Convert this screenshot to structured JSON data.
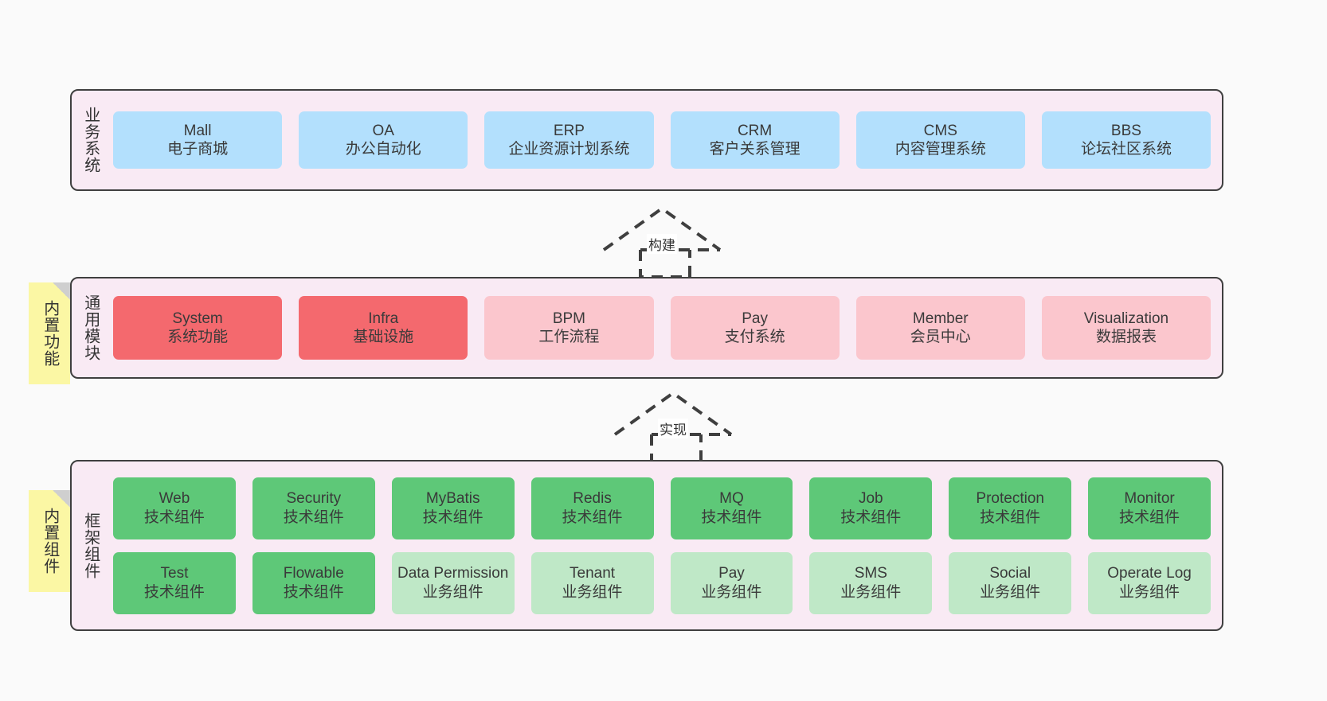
{
  "diagram": {
    "background_color": "#fafafa",
    "panel_color": "#f9eaf4",
    "note_color": "#fbf7a4",
    "colors": {
      "blue": "#b3e0fd",
      "red": "#f4696e",
      "pink": "#fbc6cd",
      "green": "#5ec878",
      "light_green": "#bfe8c7"
    }
  },
  "notes": [
    {
      "id": "builtin-function",
      "label": "内置功能"
    },
    {
      "id": "builtin-component",
      "label": "内置组件"
    }
  ],
  "connectors": [
    {
      "id": "build",
      "label": "构建",
      "style": "dashed-generalization-up"
    },
    {
      "id": "implement",
      "label": "实现",
      "style": "dashed-generalization-up"
    }
  ],
  "layers": [
    {
      "id": "business-system",
      "title": "业务系统",
      "rows": [
        {
          "cells": [
            {
              "name": "Mall",
              "desc": "电子商城",
              "color": "blue"
            },
            {
              "name": "OA",
              "desc": "办公自动化",
              "color": "blue"
            },
            {
              "name": "ERP",
              "desc": "企业资源计划系统",
              "color": "blue"
            },
            {
              "name": "CRM",
              "desc": "客户关系管理",
              "color": "blue"
            },
            {
              "name": "CMS",
              "desc": "内容管理系统",
              "color": "blue"
            },
            {
              "name": "BBS",
              "desc": "论坛社区系统",
              "color": "blue"
            }
          ]
        }
      ]
    },
    {
      "id": "common-module",
      "title": "通用模块",
      "rows": [
        {
          "cells": [
            {
              "name": "System",
              "desc": "系统功能",
              "color": "red"
            },
            {
              "name": "Infra",
              "desc": "基础设施",
              "color": "red"
            },
            {
              "name": "BPM",
              "desc": "工作流程",
              "color": "pink"
            },
            {
              "name": "Pay",
              "desc": "支付系统",
              "color": "pink"
            },
            {
              "name": "Member",
              "desc": "会员中心",
              "color": "pink"
            },
            {
              "name": "Visualization",
              "desc": "数据报表",
              "color": "pink"
            }
          ]
        }
      ]
    },
    {
      "id": "framework-component",
      "title": "框架组件",
      "rows": [
        {
          "cells": [
            {
              "name": "Web",
              "desc": "技术组件",
              "color": "green"
            },
            {
              "name": "Security",
              "desc": "技术组件",
              "color": "green"
            },
            {
              "name": "MyBatis",
              "desc": "技术组件",
              "color": "green"
            },
            {
              "name": "Redis",
              "desc": "技术组件",
              "color": "green"
            },
            {
              "name": "MQ",
              "desc": "技术组件",
              "color": "green"
            },
            {
              "name": "Job",
              "desc": "技术组件",
              "color": "green"
            },
            {
              "name": "Protection",
              "desc": "技术组件",
              "color": "green"
            },
            {
              "name": "Monitor",
              "desc": "技术组件",
              "color": "green"
            }
          ]
        },
        {
          "cells": [
            {
              "name": "Test",
              "desc": "技术组件",
              "color": "green"
            },
            {
              "name": "Flowable",
              "desc": "技术组件",
              "color": "green"
            },
            {
              "name": "Data Permission",
              "desc": "业务组件",
              "color": "light_green"
            },
            {
              "name": "Tenant",
              "desc": "业务组件",
              "color": "light_green"
            },
            {
              "name": "Pay",
              "desc": "业务组件",
              "color": "light_green"
            },
            {
              "name": "SMS",
              "desc": "业务组件",
              "color": "light_green"
            },
            {
              "name": "Social",
              "desc": "业务组件",
              "color": "light_green"
            },
            {
              "name": "Operate Log",
              "desc": "业务组件",
              "color": "light_green"
            }
          ]
        }
      ]
    }
  ]
}
